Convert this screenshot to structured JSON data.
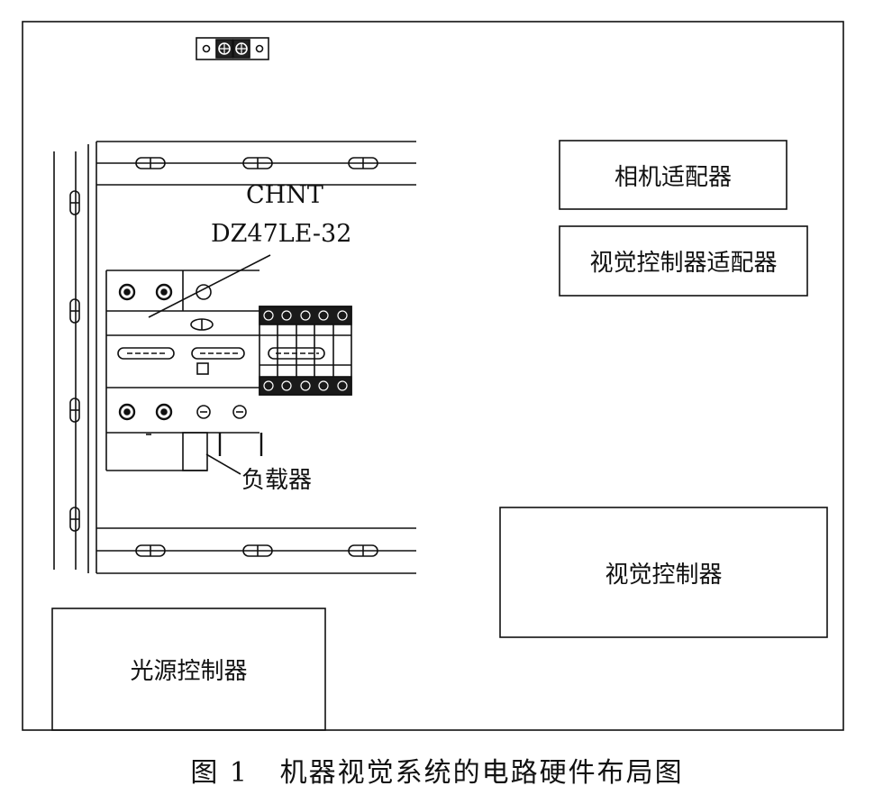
{
  "diagram": {
    "boxes": {
      "camera_adapter": "相机适配器",
      "vision_controller_adapter": "视觉控制器适配器",
      "vision_controller": "视觉控制器",
      "light_source_controller": "光源控制器"
    },
    "breaker_brand": "CHNT",
    "breaker_model": "DZ47LE-32",
    "load_label": "负载器"
  },
  "caption": {
    "number": "图 1",
    "text": "机器视觉系统的电路硬件布局图"
  }
}
